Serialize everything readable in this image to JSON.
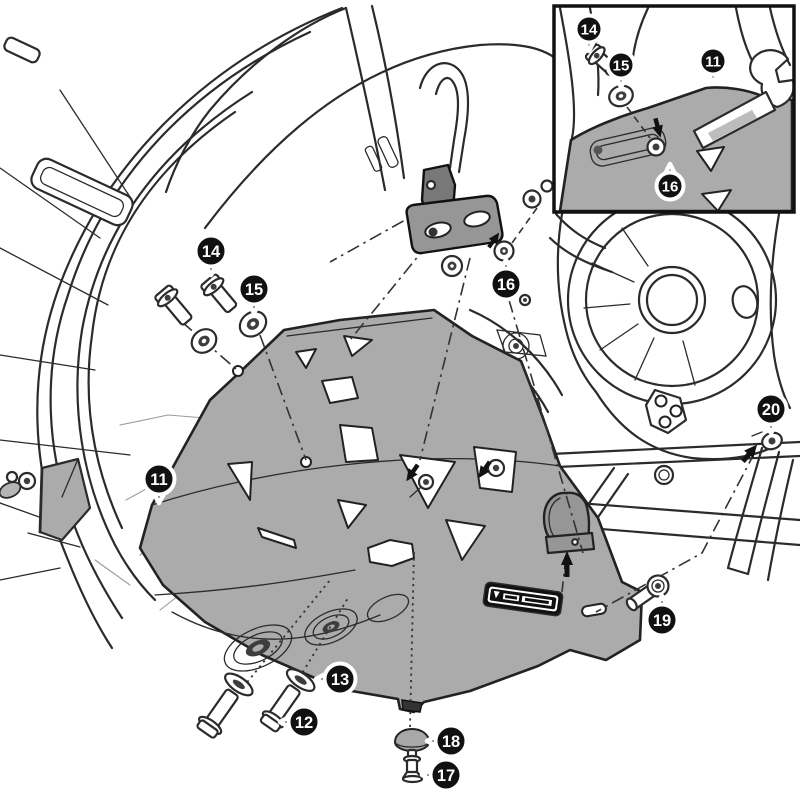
{
  "diagram": {
    "subject": "motorcycle skid plate installation exploded diagram"
  },
  "callouts": {
    "c11": "11",
    "c12": "12",
    "c13": "13",
    "c14": "14",
    "c15": "15",
    "c16": "16",
    "c17": "17",
    "c18": "18",
    "c19": "19",
    "c20": "20"
  },
  "inset": {
    "callouts": {
      "c14": "14",
      "c15": "15",
      "c16": "16",
      "c11": "11"
    }
  },
  "colors": {
    "background": "#ffffff",
    "line": "#2b2b2b",
    "plate_gray": "#ababab",
    "bracket_gray": "#969696",
    "dark_part": "#787878",
    "callout_bg": "#111111",
    "callout_text": "#ffffff"
  }
}
